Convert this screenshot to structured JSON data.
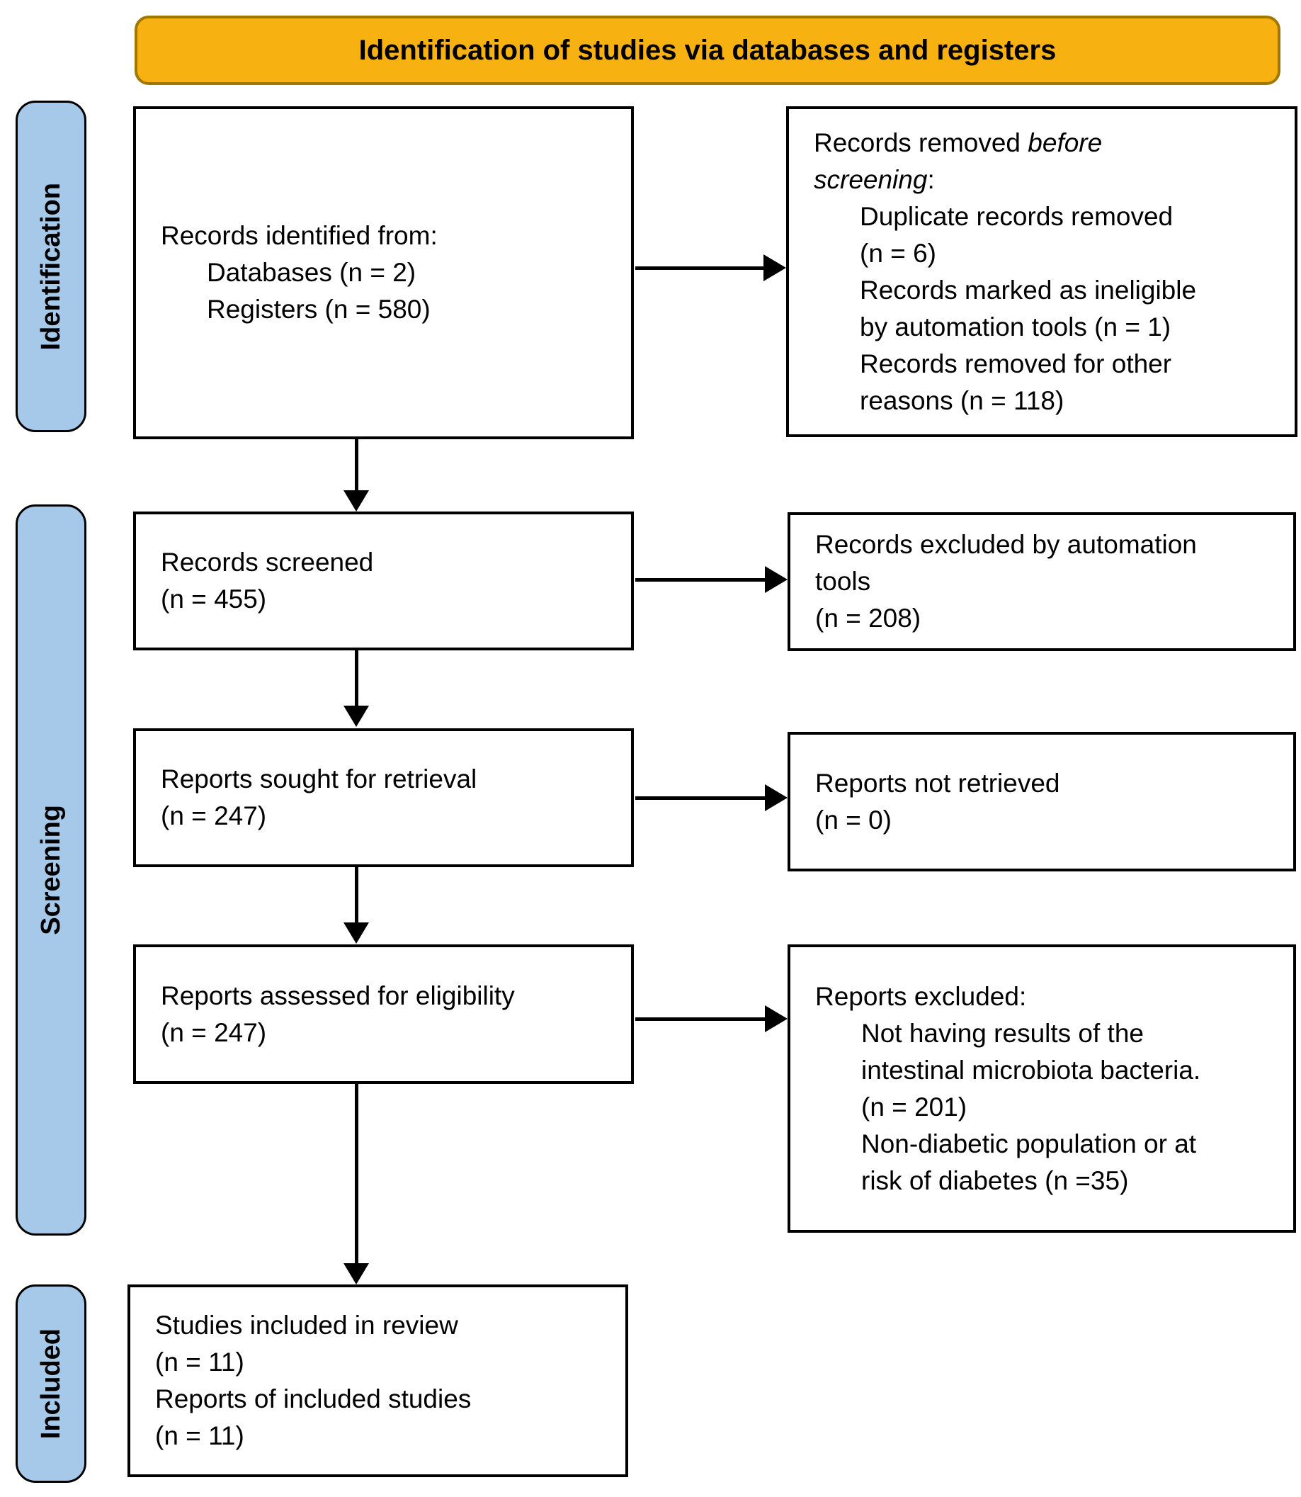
{
  "banner": {
    "title": "Identification of studies via databases and registers"
  },
  "colors": {
    "banner_fill": "#F7B211",
    "banner_border": "#A07800",
    "stage_fill": "#A6C9EA",
    "box_border": "#000000"
  },
  "stages": {
    "identification": "Identification",
    "screening": "Screening",
    "included": "Included"
  },
  "boxes": {
    "records_identified": {
      "lines": [
        {
          "t": "Records identified from:",
          "ind": 0
        },
        {
          "t": "Databases (n = 2)",
          "ind": 1
        },
        {
          "t": "Registers (n = 580)",
          "ind": 1
        }
      ]
    },
    "records_removed_before_screening": {
      "lines": [
        {
          "seg": [
            {
              "t": "Records removed "
            },
            {
              "t": "before",
              "i": true
            }
          ],
          "ind": 0
        },
        {
          "seg": [
            {
              "t": "screening",
              "i": true
            },
            {
              "t": ":"
            }
          ],
          "ind": 0
        },
        {
          "t": "Duplicate records removed",
          "ind": 1
        },
        {
          "t": "(n = 6)",
          "ind": 1
        },
        {
          "t": "Records marked as ineligible",
          "ind": 1
        },
        {
          "t": "by automation tools (n = 1)",
          "ind": 1
        },
        {
          "t": "Records removed for other",
          "ind": 1
        },
        {
          "t": "reasons (n = 118)",
          "ind": 1
        }
      ]
    },
    "records_screened": {
      "lines": [
        {
          "t": "Records screened",
          "ind": 0
        },
        {
          "t": "(n = 455)",
          "ind": 0
        }
      ]
    },
    "records_excluded_automation": {
      "lines": [
        {
          "t": "Records excluded by automation",
          "ind": 0
        },
        {
          "t": "tools",
          "ind": 0
        },
        {
          "t": "(n = 208)",
          "ind": 0
        }
      ]
    },
    "reports_sought": {
      "lines": [
        {
          "t": "Reports sought for retrieval",
          "ind": 0
        },
        {
          "t": "(n = 247)",
          "ind": 0
        }
      ]
    },
    "reports_not_retrieved": {
      "lines": [
        {
          "t": "Reports not retrieved",
          "ind": 0
        },
        {
          "t": "(n = 0)",
          "ind": 0
        }
      ]
    },
    "reports_assessed": {
      "lines": [
        {
          "t": "Reports assessed for eligibility",
          "ind": 0
        },
        {
          "t": "(n = 247)",
          "ind": 0
        }
      ]
    },
    "reports_excluded": {
      "lines": [
        {
          "t": "Reports excluded:",
          "ind": 0
        },
        {
          "t": "Not having results of the",
          "ind": 1
        },
        {
          "t": "intestinal microbiota bacteria.",
          "ind": 1
        },
        {
          "t": "(n = 201)",
          "ind": 1
        },
        {
          "t": "Non-diabetic population or at",
          "ind": 1
        },
        {
          "t": "risk of diabetes (n =35)",
          "ind": 1
        }
      ]
    },
    "studies_included": {
      "lines": [
        {
          "t": "Studies included in review",
          "ind": 0
        },
        {
          "t": "(n = 11)",
          "ind": 0
        },
        {
          "t": "Reports of included studies",
          "ind": 0
        },
        {
          "t": "(n = 11)",
          "ind": 0
        }
      ]
    }
  }
}
